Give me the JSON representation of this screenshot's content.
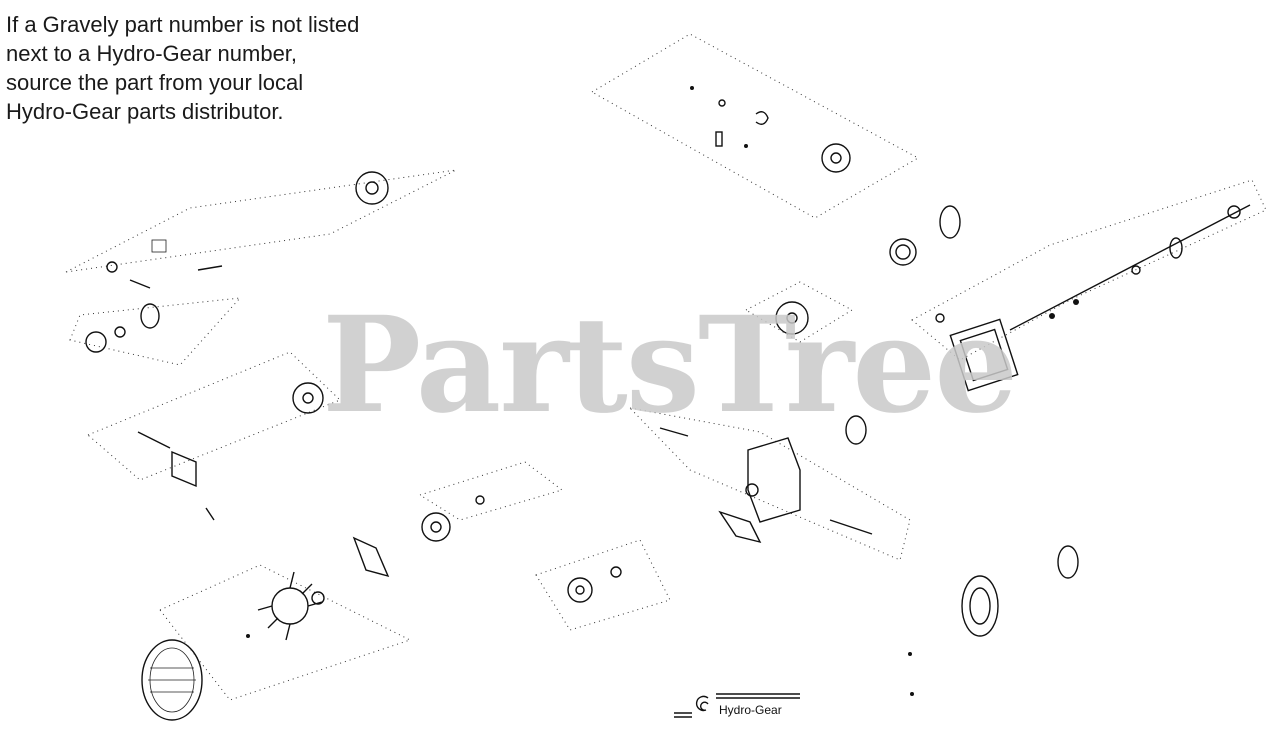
{
  "note": {
    "lines": [
      "If a Gravely part number is not listed",
      "next to a Hydro-Gear number,",
      "source the part from your local",
      "Hydro-Gear parts distributor."
    ]
  },
  "watermark": {
    "text": "PartsTree"
  },
  "brand": {
    "name": "Hydro-Gear",
    "logo_icon": "hydro-gear-logo-icon"
  }
}
